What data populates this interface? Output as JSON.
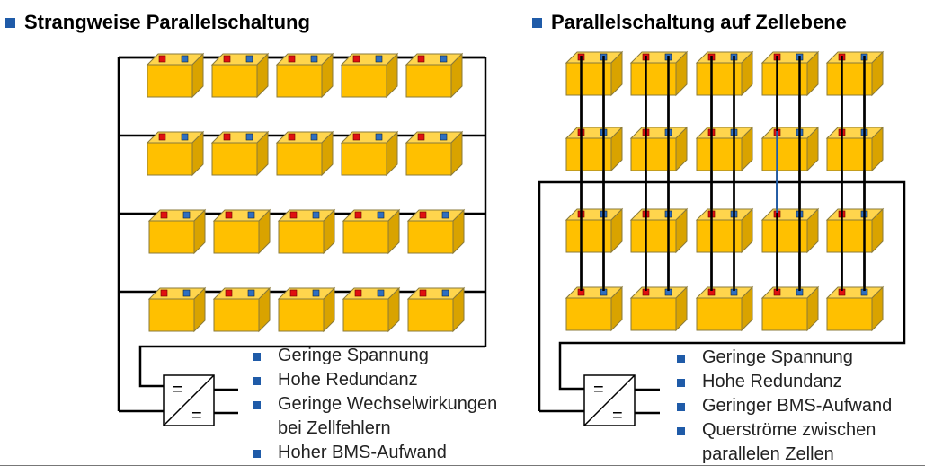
{
  "left": {
    "title": "Strangweise Parallelschaltung",
    "bullets": [
      {
        "text": "Geringe Spannung"
      },
      {
        "text": "Hohe Redundanz"
      },
      {
        "text": "Geringe Wechselwirkungen"
      },
      {
        "text": "bei Zellfehlern",
        "continuation": true
      },
      {
        "text": "Hoher BMS-Aufwand"
      }
    ]
  },
  "right": {
    "title": "Parallelschaltung auf Zellebene",
    "bullets": [
      {
        "text": "Geringe Spannung"
      },
      {
        "text": "Hohe Redundanz"
      },
      {
        "text": "Geringer BMS-Aufwand"
      },
      {
        "text": "Querströme zwischen"
      },
      {
        "text": "parallelen Zellen",
        "continuation": true
      }
    ]
  },
  "converter_symbol": {
    "top": "=",
    "bottom": "="
  },
  "colors": {
    "cell_front": "#ffc000",
    "cell_top": "#ffd54d",
    "cell_side": "#d9a300",
    "cell_edge": "#8a7a3a",
    "terminal_positive": "#e01010",
    "terminal_negative": "#2f6fc0",
    "wire": "#000000",
    "accent_wire": "#1f5ba8",
    "bullet": "#1f5ba8"
  },
  "grid": {
    "left_rows": 4,
    "left_cols": 5,
    "right_rows": 4,
    "right_cols": 5
  }
}
